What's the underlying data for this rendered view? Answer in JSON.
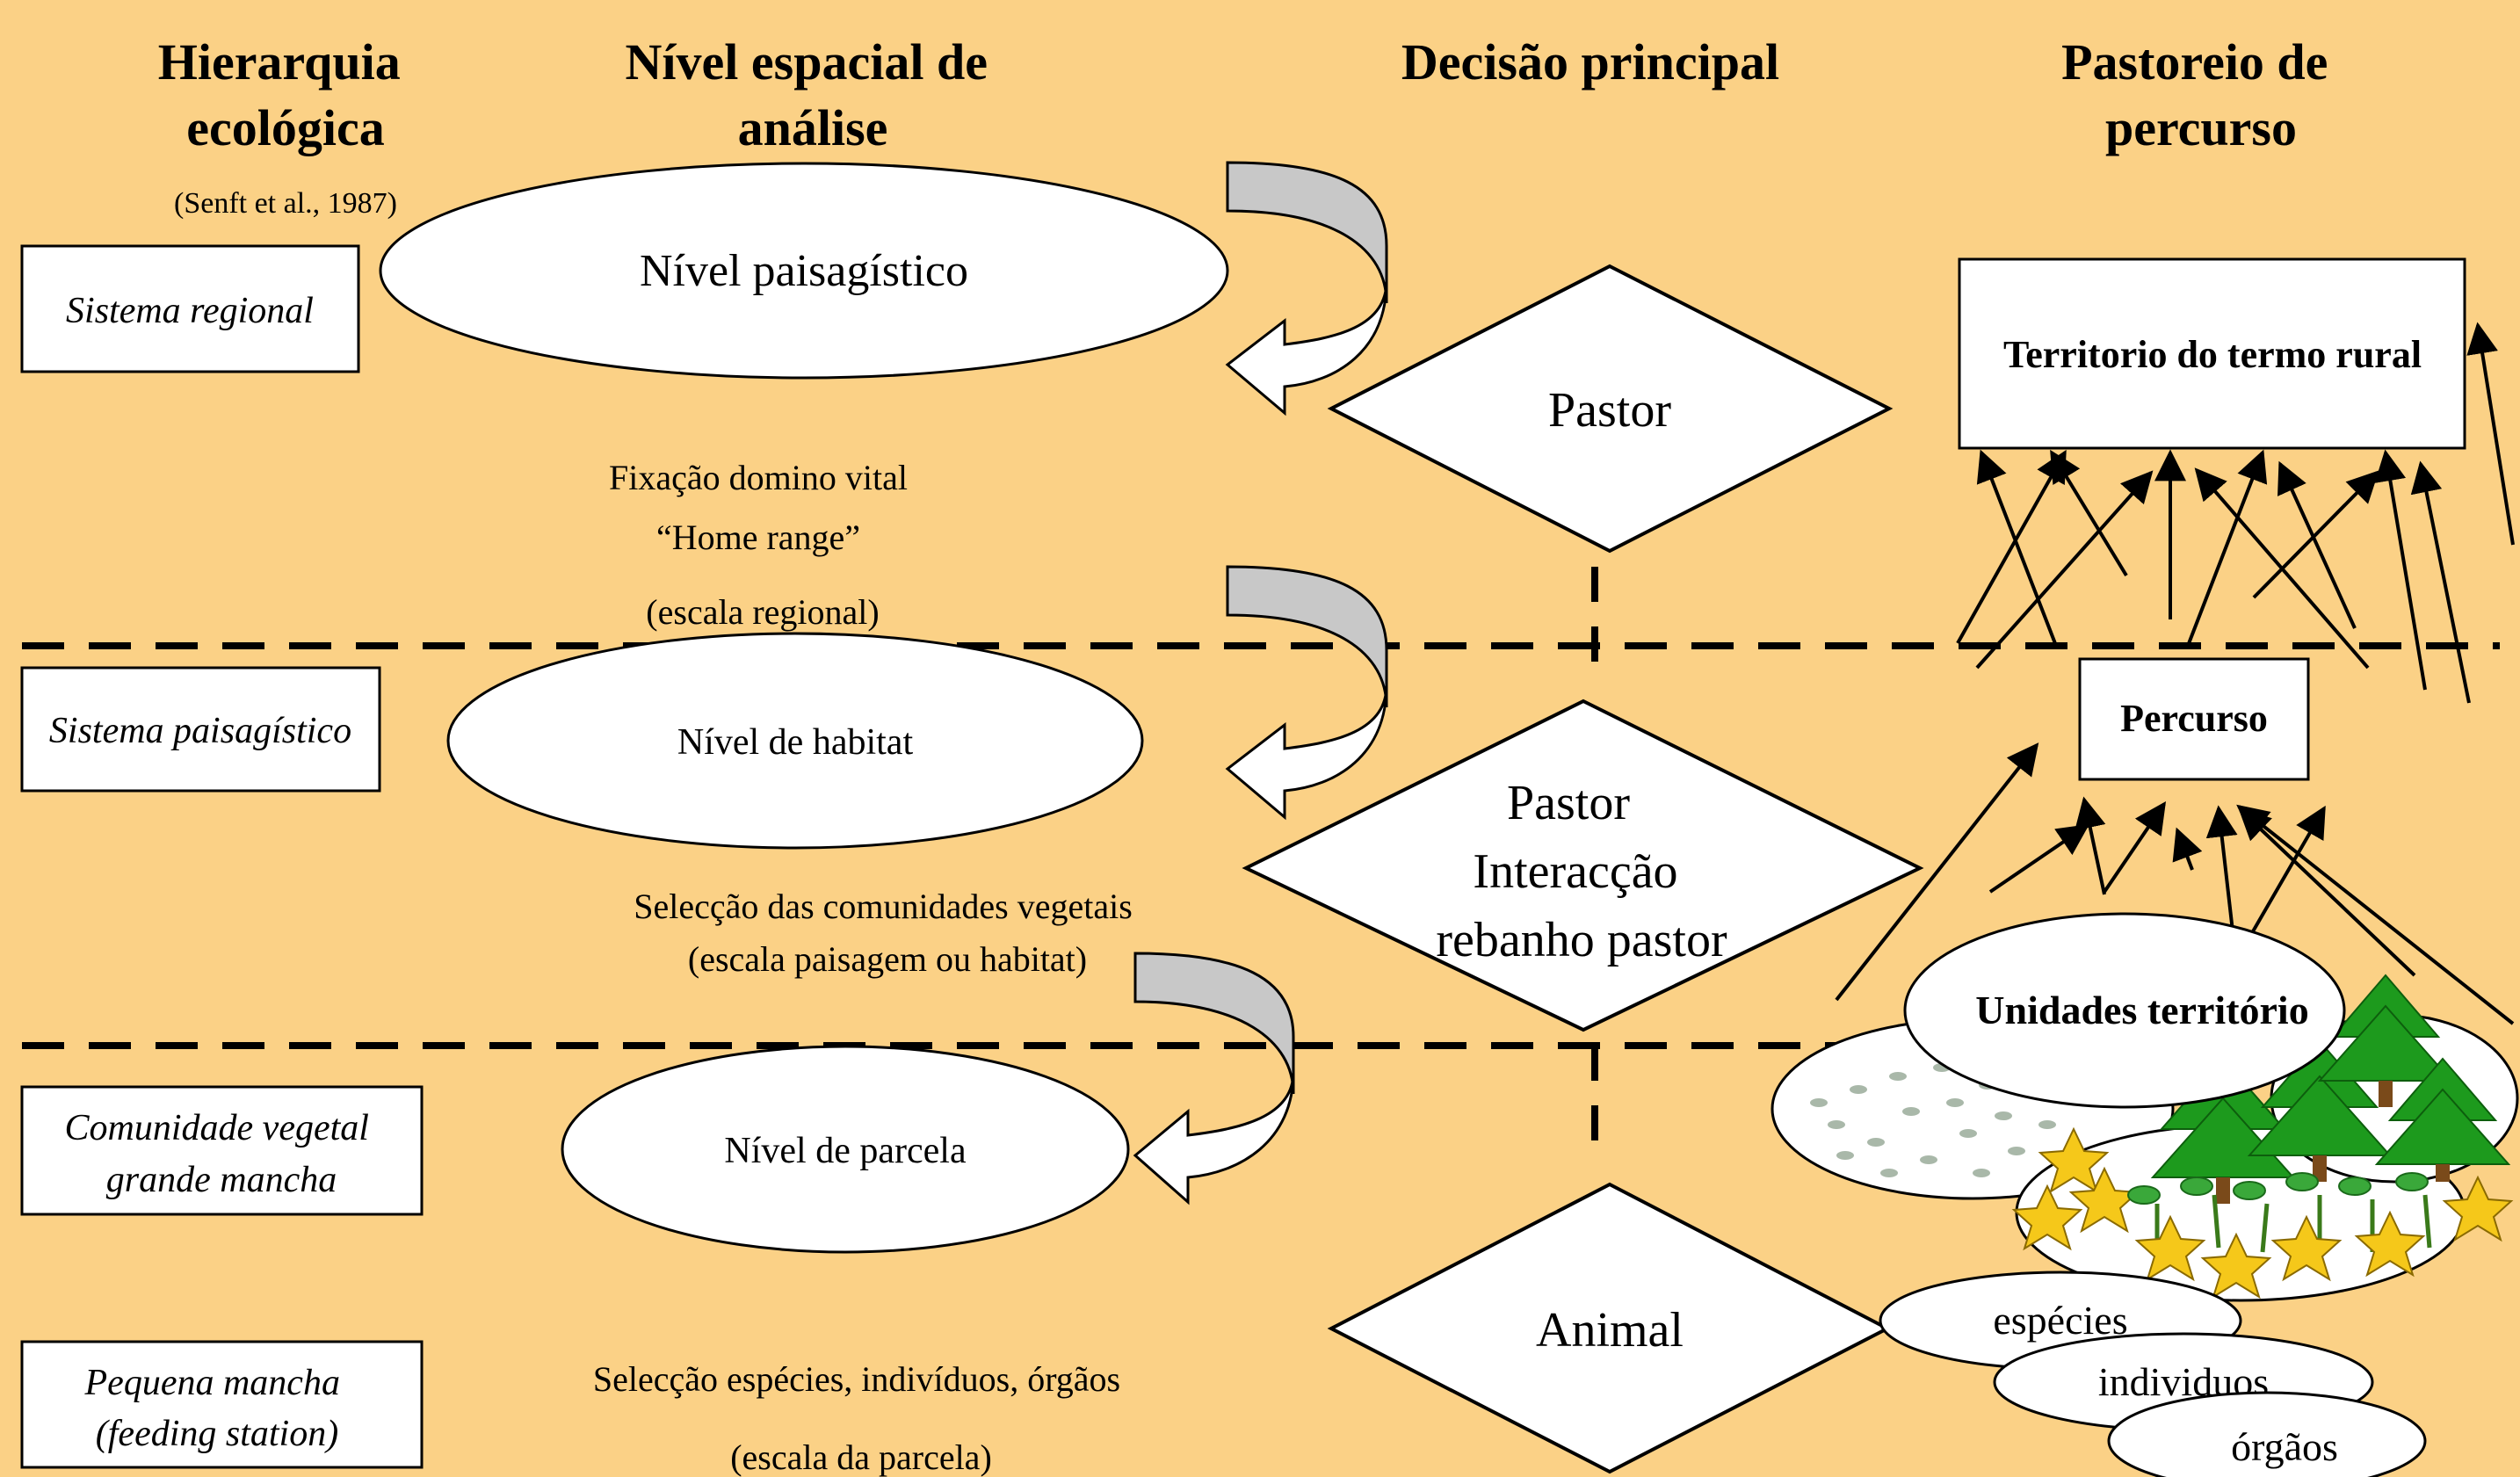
{
  "headers": {
    "hierarquia": [
      "Hierarquia",
      "ecológica"
    ],
    "citation": "(Senft et al., 1987)",
    "nivel_espacial": [
      "Nível espacial de",
      "análise"
    ],
    "decisao": "Decisão principal",
    "pastoreio": [
      "Pastoreio de",
      "percurso"
    ]
  },
  "hierarchy_boxes": [
    [
      "Sistema regional"
    ],
    [
      "Sistema paisagístico"
    ],
    [
      "Comunidade vegetal",
      "grande mancha"
    ],
    [
      "Pequena mancha",
      "(feeding station)"
    ]
  ],
  "levels": [
    "Nível paisagístico",
    "Nível de habitat",
    "Nível de parcela"
  ],
  "captions": {
    "regional": [
      "Fixação domino vital",
      "“Home range”",
      "(escala regional)"
    ],
    "habitat": [
      "Selecção das comunidades vegetais",
      "(escala paisagem ou habitat)"
    ],
    "parcela": [
      "Selecção espécies, indivíduos, órgãos",
      "(escala da parcela)"
    ]
  },
  "decisions": [
    [
      "Pastor"
    ],
    [
      "Pastor",
      "Interacção",
      "rebanho pastor"
    ],
    [
      "Animal"
    ]
  ],
  "grazing": {
    "territorio": "Territorio do termo rural",
    "percurso": "Percurso",
    "unidades": "Unidades território",
    "especies": "espécies",
    "individuos": "individuos",
    "orgaos": "órgãos"
  },
  "colors": {
    "background": "#fbd186",
    "tree_green": "#1d9a1d",
    "flower_yellow": "#f5c81a",
    "shrub_gray": "#a9b8a9",
    "arrow_gray": "#c8c8c8"
  }
}
